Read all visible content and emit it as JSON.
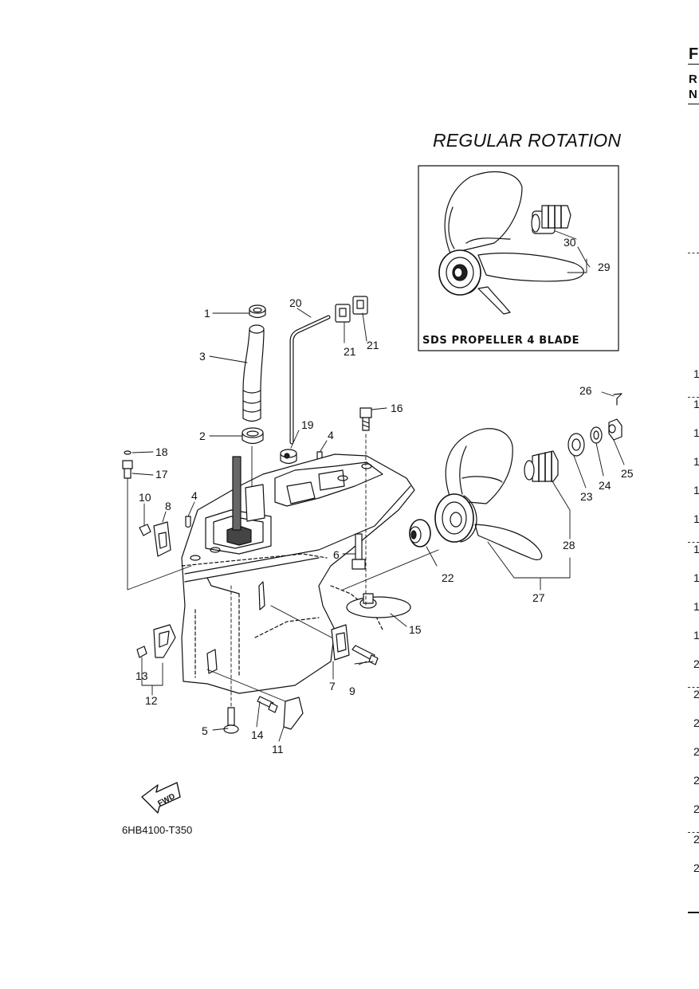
{
  "title": "REGULAR ROTATION",
  "inset_caption": "SDS PROPELLER 4 BLADE",
  "diagram_code": "6HB4100-T350",
  "fwd_label": "FWD",
  "callouts": [
    "1",
    "2",
    "3",
    "4",
    "4",
    "5",
    "6",
    "7",
    "8",
    "9",
    "10",
    "11",
    "12",
    "13",
    "14",
    "15",
    "16",
    "17",
    "18",
    "19",
    "20",
    "21",
    "21",
    "22",
    "23",
    "24",
    "25",
    "26",
    "27",
    "28",
    "29",
    "30"
  ],
  "edge_heading": [
    "F",
    "R",
    "N"
  ],
  "edge_numbers": [
    "1",
    "1",
    "1",
    "1",
    "1",
    "1",
    "1",
    "1",
    "1",
    "1",
    "2",
    "2",
    "2",
    "2",
    "2",
    "2",
    "2",
    "2"
  ]
}
